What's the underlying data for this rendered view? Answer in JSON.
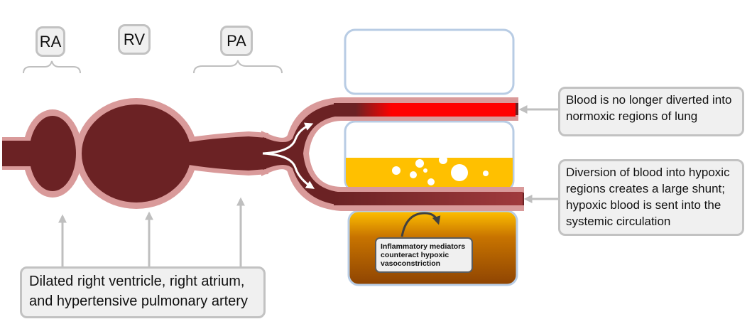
{
  "chambers": {
    "ra": "RA",
    "rv": "RV",
    "pa": "PA"
  },
  "callouts": {
    "normoxic": "Blood is no longer diverted into normoxic regions of lung",
    "hypoxic": "Diversion of blood into hypoxic regions creates a large shunt; hypoxic blood is sent into the systemic circulation",
    "dilated": "Dilated right ventricle, right atrium, and hypertensive pulmonary artery",
    "inflammatory": "Inflammatory mediators counteract hypoxic vasoconstriction"
  },
  "colors": {
    "vessel_fill": "#6b2224",
    "vessel_rim": "#d99a9a",
    "oxygenated": "#ff0000",
    "fluid": "#ffc000",
    "alveolus_border": "#b8cce4",
    "label_bg": "#f0f0f0",
    "label_border": "#c2c2c2"
  }
}
